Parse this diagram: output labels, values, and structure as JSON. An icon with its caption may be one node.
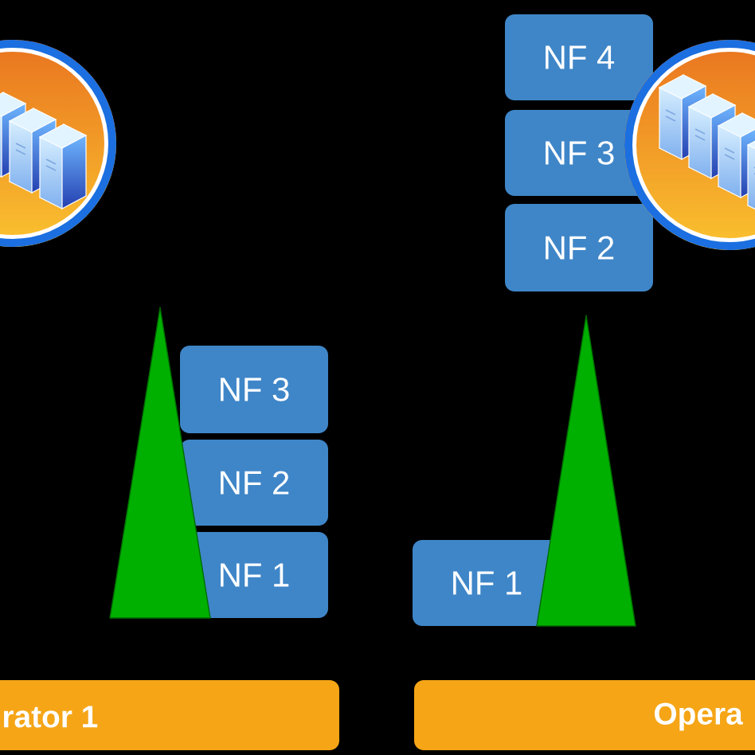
{
  "diagram": {
    "nodes": [
      {
        "text": [],
        "shape": "picture"
      },
      {
        "text": [],
        "shape": "triangle"
      },
      {
        "text": [
          "NF 3"
        ]
      },
      {
        "text": [
          "NF 2"
        ]
      },
      {
        "text": [
          "NF 1"
        ]
      },
      {
        "text": [
          "rator 1"
        ]
      },
      {
        "text": [],
        "shape": "picture"
      },
      {
        "text": [
          "NF 4"
        ]
      },
      {
        "text": [
          "NF 3"
        ]
      },
      {
        "text": [
          "NF 2"
        ]
      },
      {
        "text": [],
        "shape": "triangle"
      },
      {
        "text": [
          "NF 1"
        ]
      },
      {
        "text": [
          "Opera"
        ]
      }
    ]
  }
}
